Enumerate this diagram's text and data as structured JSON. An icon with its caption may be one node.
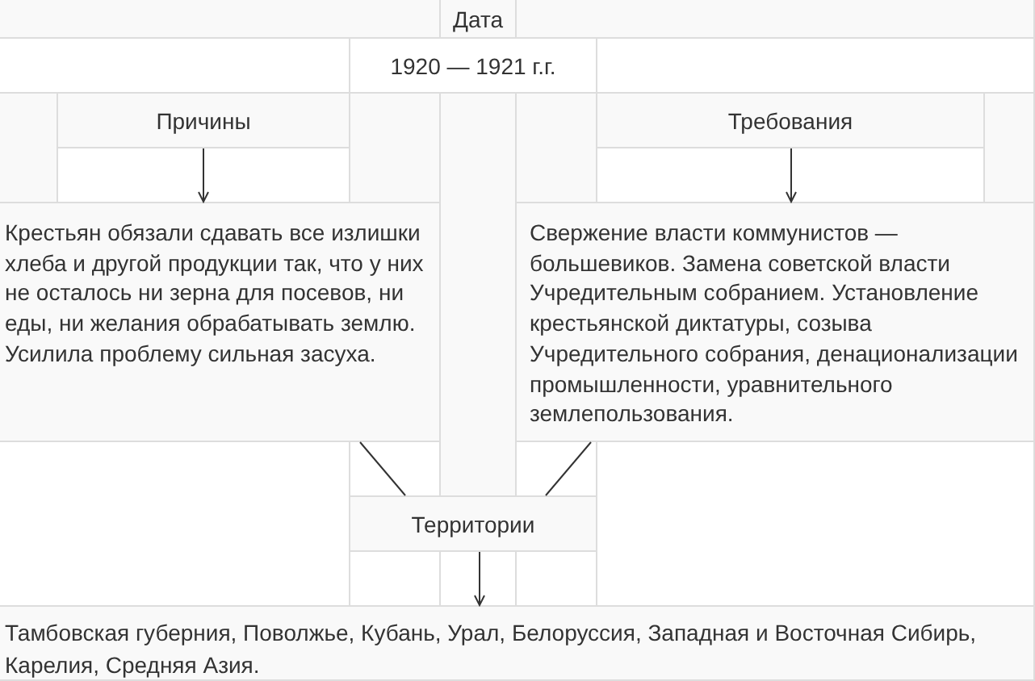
{
  "diagram": {
    "nodes": [
      {
        "text": [
          "Дата"
        ]
      },
      {
        "text": [
          "1920 — 1921 г.г."
        ]
      },
      {
        "text": [
          "Причины"
        ]
      },
      {
        "text": [
          "Требования"
        ]
      },
      {
        "text": [
          "Крестьян обязали сдавать все излишки хлеба и другой продукции так, что у них не осталось ни зерна для посевов, ни еды, ни желания обрабатывать землю. Усилила проблему сильная засуха."
        ]
      },
      {
        "text": [
          "Свержение власти коммунистов — большевиков. Замена советской власти Учредительным собранием. Установление крестьянской диктатуры, созыва Учредительного собрания, денационализации промышленности, уравнительного землепользования."
        ]
      },
      {
        "text": [
          "Территории"
        ]
      },
      {
        "text": [
          "Тамбовская губерния, Поволжье, Кубань, Урал, Белоруссия, Западная и Восточная Сибирь, Карелия, Средняя Азия."
        ]
      }
    ],
    "edges": [
      {
        "from": 2,
        "to": 4,
        "arrow": "to"
      },
      {
        "from": 3,
        "to": 5,
        "arrow": "to"
      },
      {
        "from": 4,
        "to": 6,
        "arrow": "none"
      },
      {
        "from": 5,
        "to": 6,
        "arrow": "none"
      },
      {
        "from": 6,
        "to": 7,
        "arrow": "to"
      }
    ]
  }
}
